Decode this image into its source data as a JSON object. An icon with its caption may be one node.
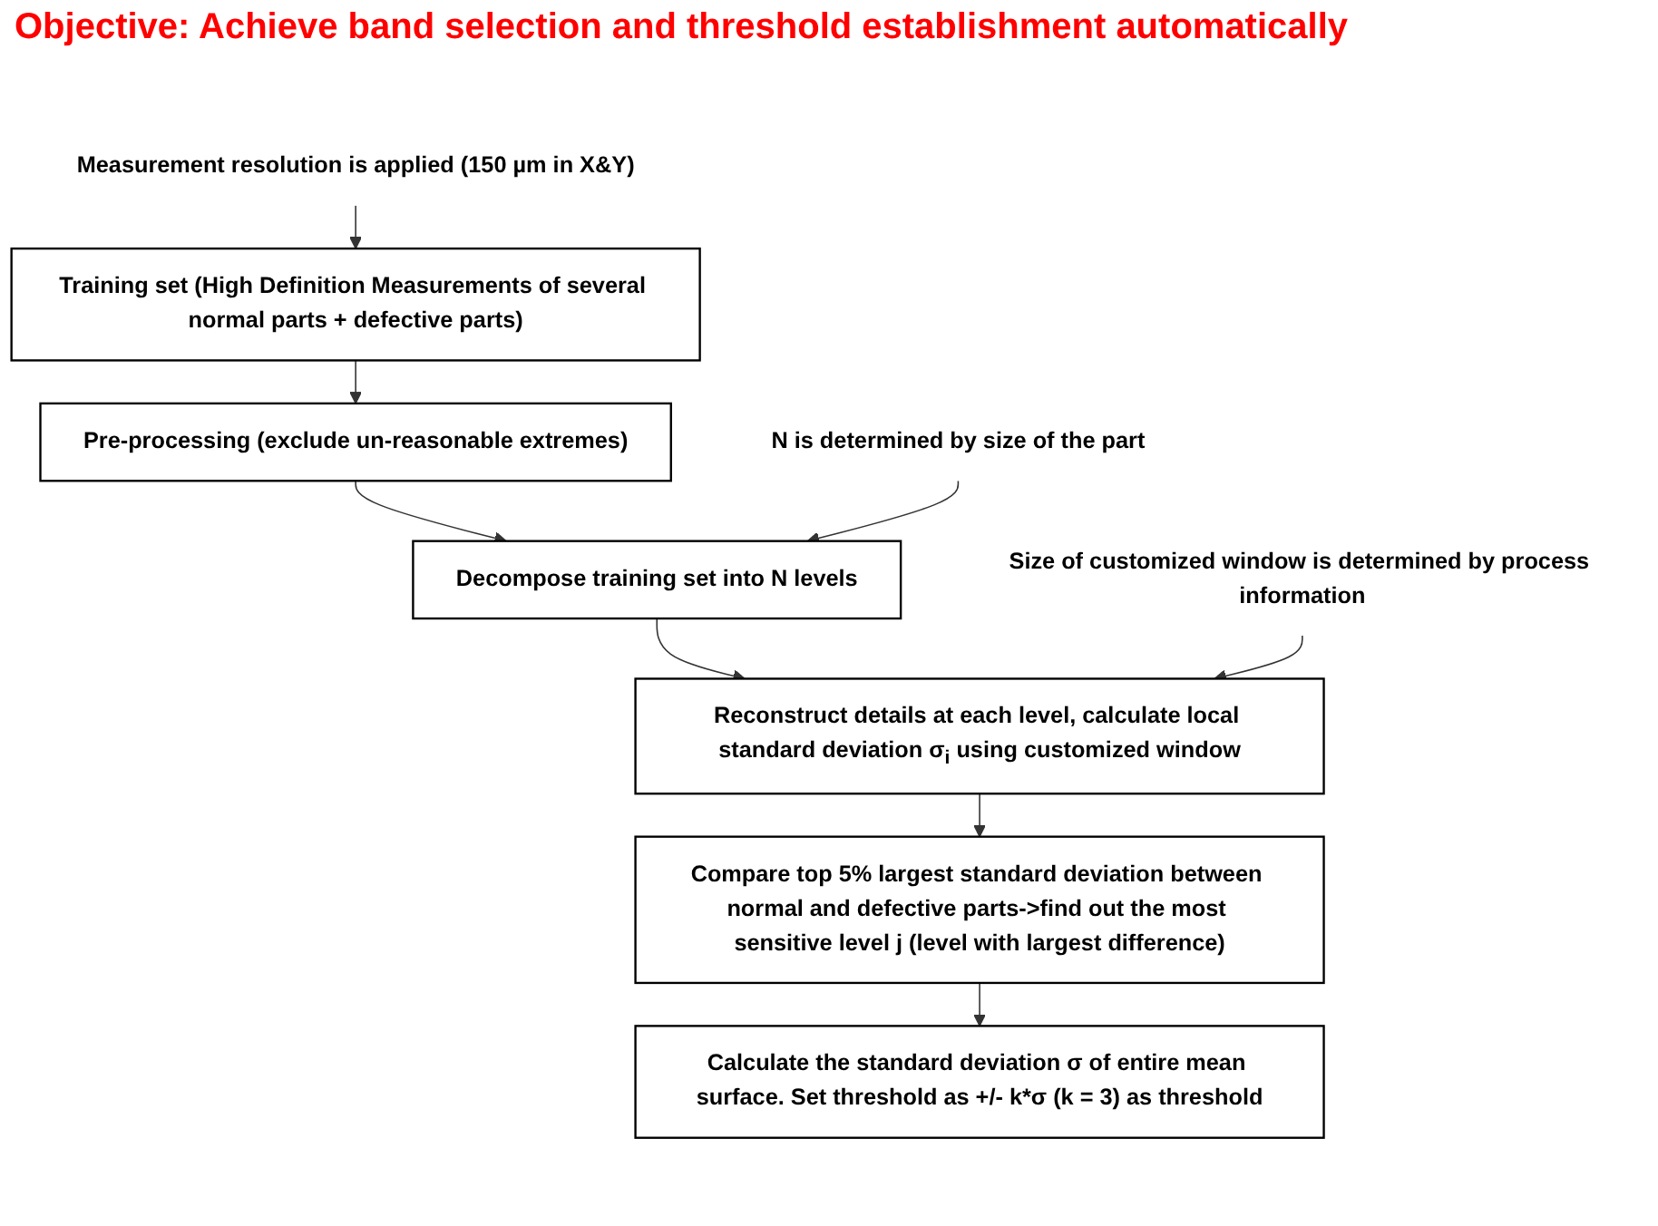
{
  "diagram": {
    "title": "Objective: Achieve band selection and threshold establishment automatically",
    "nodes": [
      {
        "text": [
          "Training set (High Definition Measurements of several normal parts + defective parts)"
        ]
      },
      {
        "text": [
          "Pre-processing (exclude un-reasonable extremes)"
        ]
      },
      {
        "text": [
          "Decompose training set into N levels"
        ]
      },
      {
        "text": [
          "Reconstruct details at each level, calculate local standard deviation σ$_{i}$ using customized window"
        ]
      },
      {
        "text": [
          "Compare top 5% largest standard deviation between normal and defective parts->find out the most sensitive level j (level with largest difference)"
        ]
      },
      {
        "text": [
          "Calculate the standard deviation σ of entire mean surface. Set threshold as +/- k*σ (k = 3) as threshold"
        ]
      },
      {
        "text": [
          "Measurement resolution is applied (150 µm in X&Y)"
        ]
      },
      {
        "text": [
          "N is determined by size of the part"
        ]
      },
      {
        "text": [
          "Size of customized window is determined by process information"
        ]
      }
    ],
    "edges": [
      {
        "from": 0,
        "to": 1,
        "arrow": "to"
      },
      {
        "from": 1,
        "to": 2,
        "arrow": "to"
      },
      {
        "from": 2,
        "to": 3,
        "arrow": "to"
      },
      {
        "from": 3,
        "to": 4,
        "arrow": "to"
      },
      {
        "from": 4,
        "to": 5,
        "arrow": "to"
      },
      {
        "from": 6,
        "to": 0,
        "arrow": "to"
      },
      {
        "from": 7,
        "to": 2,
        "arrow": "to"
      },
      {
        "from": 8,
        "to": 3,
        "arrow": "to"
      }
    ]
  }
}
